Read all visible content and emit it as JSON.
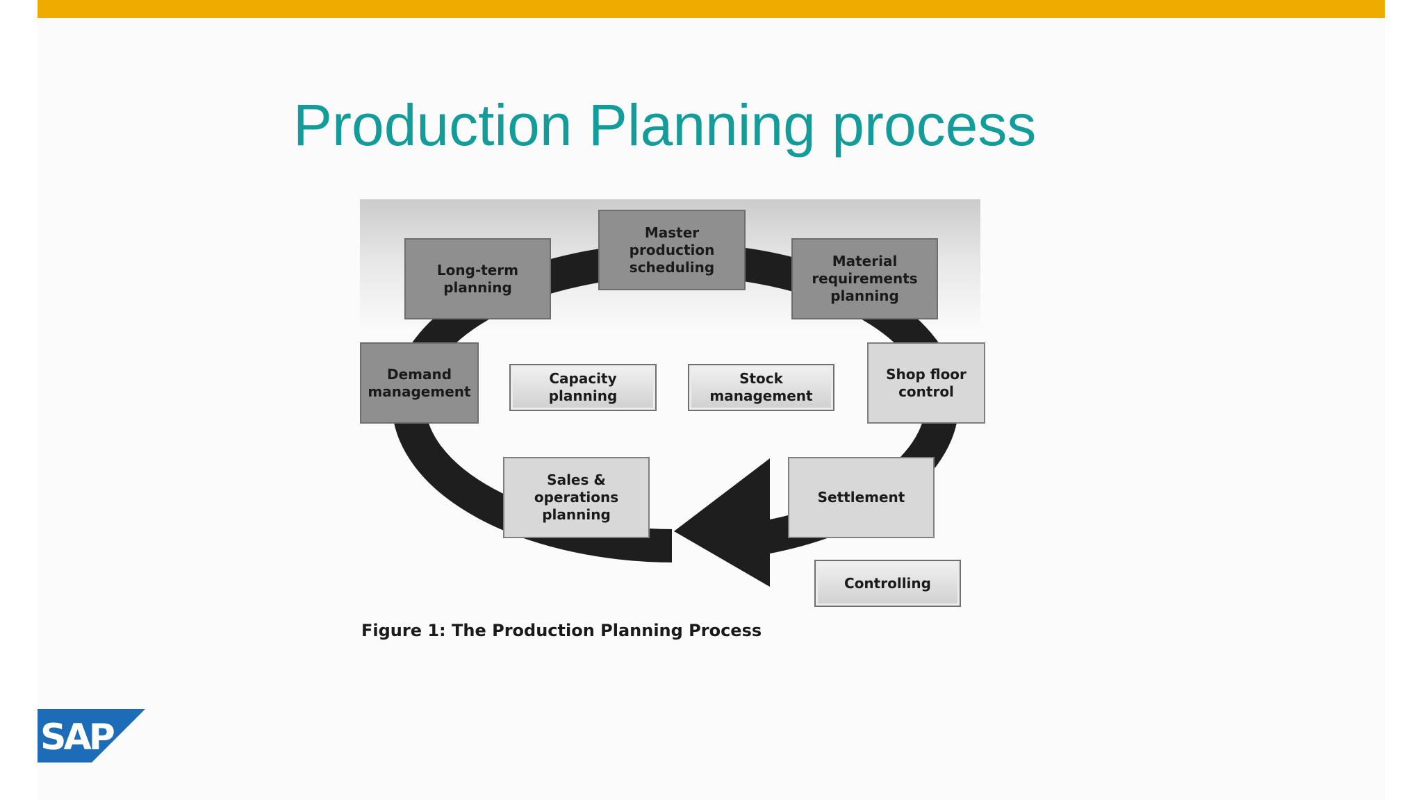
{
  "slide": {
    "title": "Production Planning process",
    "accent_color": "#f0ab00",
    "title_color": "#139c9a"
  },
  "figure": {
    "caption": "Figure 1: The Production Planning Process",
    "boxes": {
      "master_production_scheduling": "Master\nproduction\nscheduling",
      "long_term_planning": "Long-term\nplanning",
      "material_requirements_planning": "Material\nrequirements\nplanning",
      "demand_management": "Demand\nmanagement",
      "capacity_planning": "Capacity\nplanning",
      "stock_management": "Stock\nmanagement",
      "shop_floor_control": "Shop floor\ncontrol",
      "sales_operations_planning": "Sales &\noperations\nplanning",
      "settlement": "Settlement",
      "controlling": "Controlling"
    }
  },
  "logo": {
    "text": "SAP",
    "registered": "®",
    "color": "#1c6cb7"
  }
}
